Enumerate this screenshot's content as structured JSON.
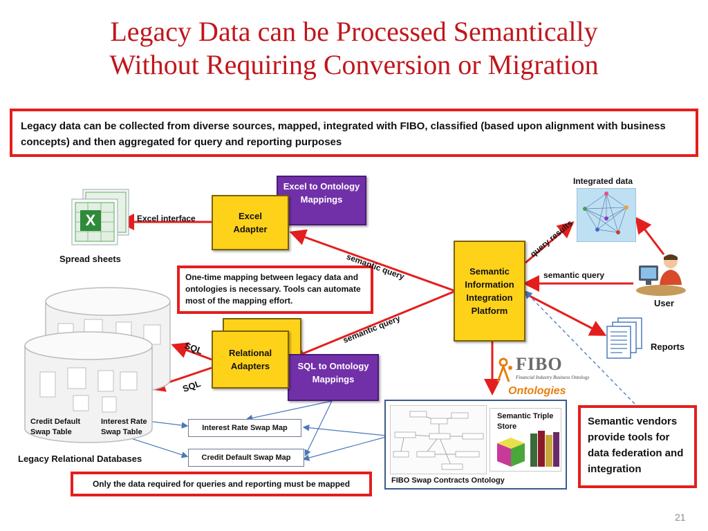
{
  "title": {
    "line1": "Legacy Data can be Processed Semantically",
    "line2": "Without Requiring Conversion or Migration"
  },
  "intro_text": "Legacy data can be collected from diverse sources,  mapped, integrated with FIBO, classified (based upon alignment with business concepts) and then aggregated for query and reporting purposes",
  "nodes": {
    "excel_mappings": "Excel to Ontology Mappings",
    "excel_adapter": "Excel Adapter",
    "relational_adapters": "Relational Adapters",
    "sql_mappings": "SQL to Ontology Mappings",
    "platform": "Semantic Information Integration Platform"
  },
  "labels": {
    "excel_interface": "Excel interface",
    "spread_sheets": "Spread sheets",
    "integrated_data": "Integrated data",
    "user": "User",
    "reports": "Reports",
    "ontologies": "Ontologies",
    "fibo": "FIBO",
    "fibo_sub": "Financial Industry Business Ontology",
    "legacy_db": "Legacy Relational Databases",
    "cds_table": "Credit Default Swap Table",
    "irs_table": "Interest Rate Swap Table",
    "triple_store": "Semantic Triple Store",
    "swap_ontology": "FIBO  Swap Contracts Ontology"
  },
  "edges": {
    "semantic_query_1": "semantic query",
    "semantic_query_2": "semantic query",
    "semantic_query_3": "semantic query",
    "query_results": "query results",
    "sql_1": "SQL",
    "sql_2": "SQL"
  },
  "maps": {
    "irs_map": "Interest Rate Swap Map",
    "cds_map": "Credit Default Swap Map"
  },
  "callouts": {
    "one_time": "One-time mapping between legacy data and ontologies is necessary.  Tools can automate most of the mapping effort.",
    "only_required": "Only the data required for queries and reporting must be mapped",
    "vendors": "Semantic vendors provide tools for data federation and integration"
  },
  "slide_number": "21",
  "colors": {
    "title_red": "#c0161c",
    "box_red": "#e41e1e",
    "adapter_yellow": "#ffd21a",
    "mapping_purple": "#7130a8",
    "ontology_orange": "#e67e10"
  }
}
